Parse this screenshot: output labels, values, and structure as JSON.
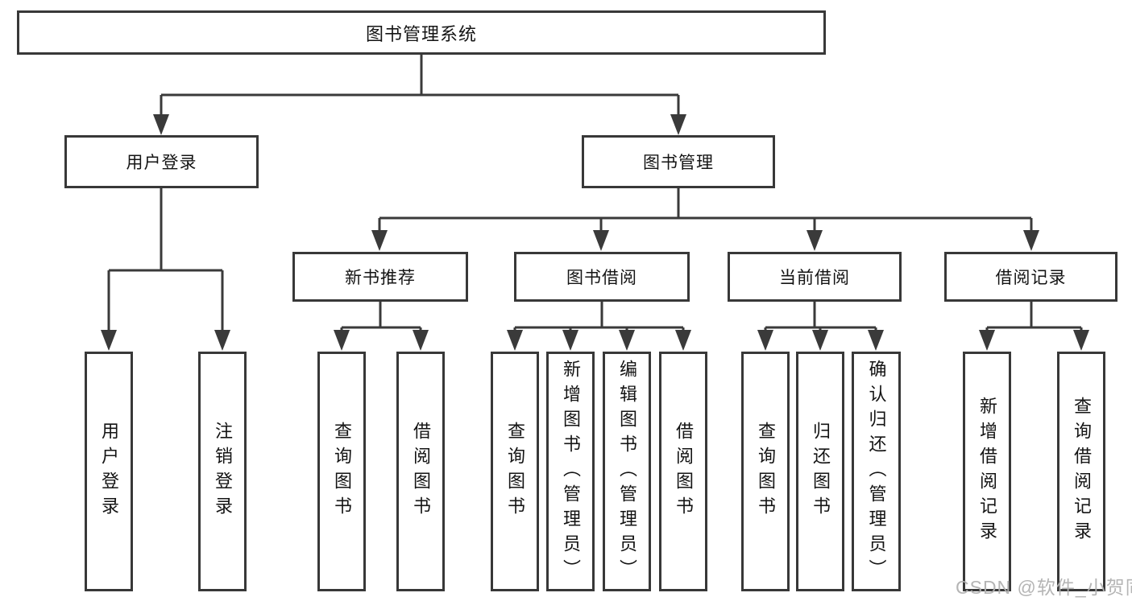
{
  "nodes": {
    "root": "图书管理系统",
    "level2": [
      "用户登录",
      "图书管理"
    ],
    "level3": [
      "新书推荐",
      "图书借阅",
      "当前借阅",
      "借阅记录"
    ],
    "leaves": {
      "user_login": [
        "用户登录",
        "注销登录"
      ],
      "new_book_recommend": [
        "查询图书",
        "借阅图书"
      ],
      "book_borrow": [
        "查询图书",
        "新增图书（管理员）",
        "编辑图书（管理员）",
        "借阅图书"
      ],
      "current_borrow": [
        "查询图书",
        "归还图书",
        "确认归还（管理员）"
      ],
      "borrow_record": [
        "新增借阅记录",
        "查询借阅记录"
      ]
    }
  },
  "watermark": "CSDN @软件_小贺同学",
  "colors": {
    "line": "#3a3a3a",
    "box_border": "#383838",
    "text": "#141414",
    "watermark": "#b1b1b1",
    "background": "#ffffff"
  }
}
